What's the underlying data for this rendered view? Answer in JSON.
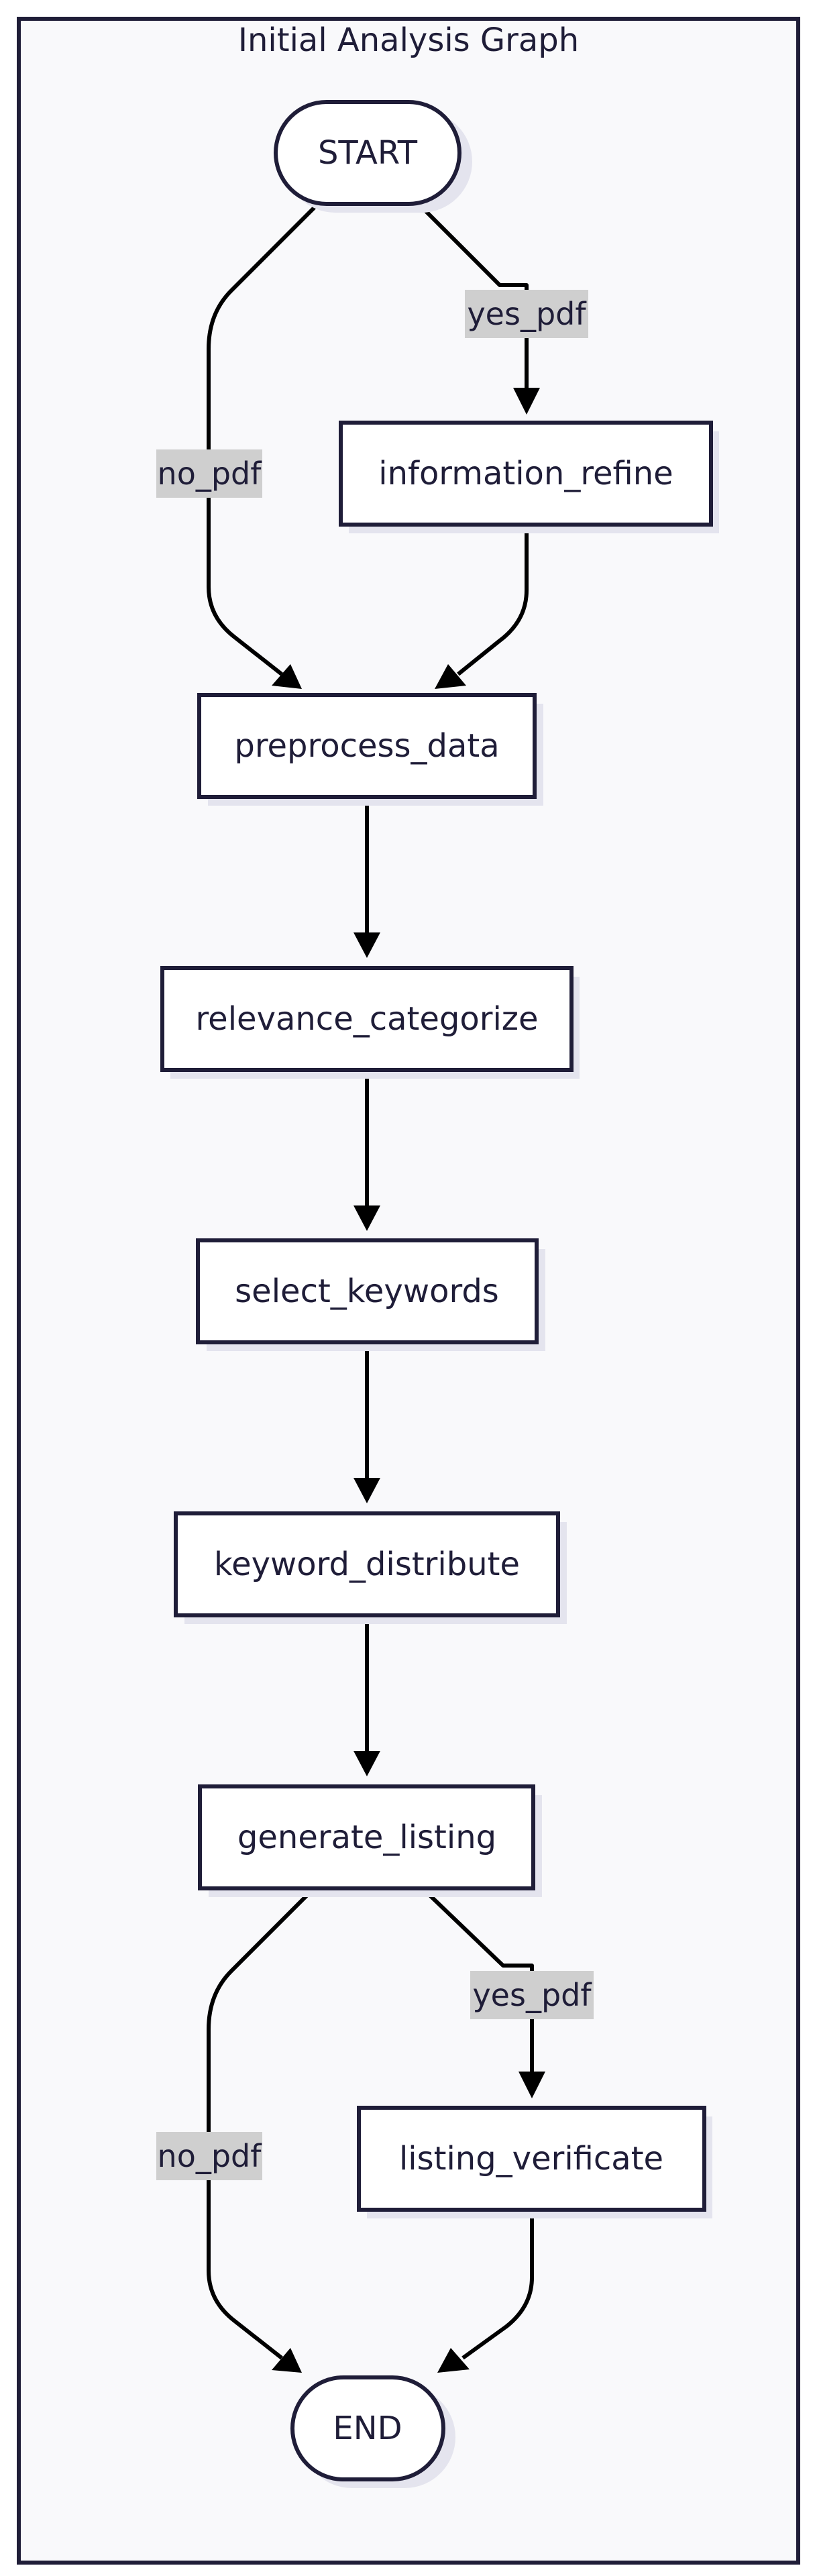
{
  "title": "Initial Analysis Graph",
  "colors": {
    "background": "#f9f9fb",
    "border": "#1f1d38",
    "node_fill": "#ffffff",
    "node_stroke": "#1f1d38",
    "edge": "#000000",
    "edge_label_bg": "#cfcfcf"
  },
  "nodes": {
    "start": "START",
    "information_refine": "information_refine",
    "preprocess_data": "preprocess_data",
    "relevance_categorize": "relevance_categorize",
    "select_keywords": "select_keywords",
    "keyword_distribute": "keyword_distribute",
    "generate_listing": "generate_listing",
    "listing_verificate": "listing_verificate",
    "end": "END"
  },
  "edges": {
    "start_yes": "yes_pdf",
    "start_no": "no_pdf",
    "listing_yes": "yes_pdf",
    "listing_no": "no_pdf"
  }
}
